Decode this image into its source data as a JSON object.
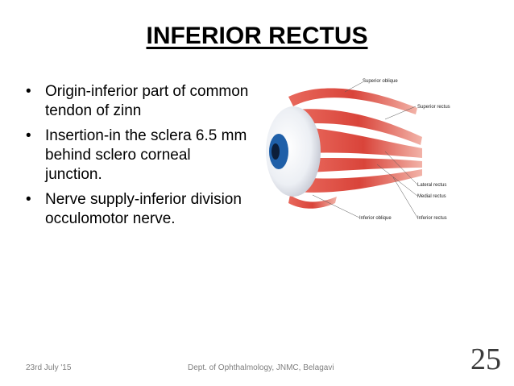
{
  "slide": {
    "title": "INFERIOR RECTUS",
    "bullets": [
      "Origin-inferior part of common tendon of zinn",
      "Insertion-in the sclera 6.5 mm behind sclero corneal junction.",
      "Nerve supply-inferior division occulomotor nerve."
    ],
    "bullet_symbol": "•"
  },
  "figure": {
    "labels": {
      "superior_oblique": "Superior oblique",
      "superior_rectus": "Superior rectus",
      "lateral_rectus": "Lateral rectus",
      "medial_rectus": "Medial rectus",
      "inferior_oblique": "Inferior oblique",
      "inferior_rectus": "Inferior rectus"
    },
    "colors": {
      "muscle": "#d9443a",
      "iris": "#1f5fa8",
      "sclera": "#f4f4f6"
    }
  },
  "footer": {
    "date": "23rd July '15",
    "department": "Dept. of Ophthalmology, JNMC, Belagavi",
    "page_number": "25"
  }
}
